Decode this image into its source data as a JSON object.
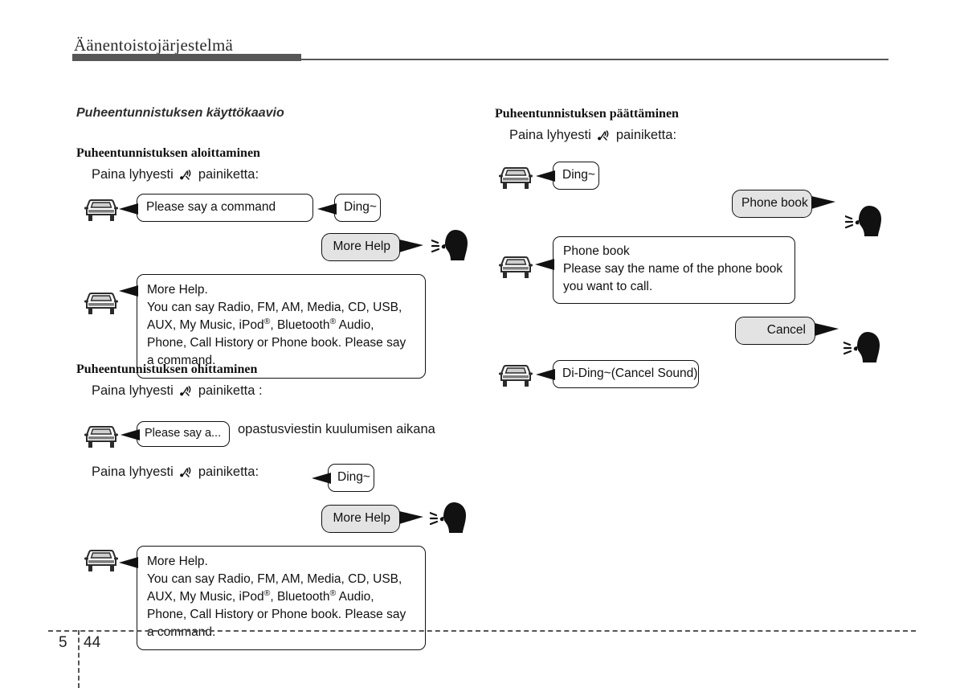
{
  "header": {
    "title": "Äänentoistojärjestelmä"
  },
  "footer": {
    "section": "5",
    "page": "44"
  },
  "icons": {
    "voice_button": "voice-recognition-button-icon",
    "car": "car-front-icon",
    "person": "speaking-head-icon"
  },
  "left_column": {
    "section_title": "Puheentunnistuksen käyttökaavio",
    "blocks": [
      {
        "heading": "Puheentunnistuksen aloittaminen",
        "press_prefix": "Paina lyhyesti",
        "press_suffix": "painiketta:",
        "car_bubble_1": "Please say a command",
        "ding_bubble": "Ding~",
        "user_bubble": "More Help",
        "help_line_1": "More Help.",
        "help_line_2": "You can say Radio, FM, AM, Media, CD, USB, AUX, My Music, iPod",
        "help_line_2b": ", Bluetooth",
        "help_line_2c": " Audio, Phone, Call History or Phone book. Please say a command."
      },
      {
        "heading": "Puheentunnistuksen ohittaminen",
        "press_prefix": "Paina lyhyesti",
        "press_suffix": "painiketta :",
        "car_bubble_1": "Please say a...",
        "trailing_note": "opastusviestin kuulumisen aikana",
        "press_prefix_2": "Paina lyhyesti",
        "press_suffix_2": "painiketta:",
        "ding_bubble": "Ding~",
        "user_bubble": "More Help",
        "help_line_1": "More Help.",
        "help_line_2": "You can say Radio, FM, AM, Media, CD, USB, AUX, My Music, iPod",
        "help_line_2b": ", Bluetooth",
        "help_line_2c": " Audio, Phone, Call History or Phone book. Please say a command."
      }
    ]
  },
  "right_column": {
    "heading": "Puheentunnistuksen päättäminen",
    "press_prefix": "Paina lyhyesti",
    "press_suffix": "painiketta:",
    "ding_bubble": "Ding~",
    "user_bubble_1": "Phone book",
    "car_bubble_line_1": "Phone book",
    "car_bubble_line_2": "Please say the name of the phone book",
    "car_bubble_line_3": "you want to call.",
    "user_bubble_2": "Cancel",
    "car_bubble_2": "Di-Ding~(Cancel Sound)"
  },
  "colors": {
    "rule": "#575757",
    "bubble_gray": "#e3e3e3",
    "ink": "#111111"
  }
}
